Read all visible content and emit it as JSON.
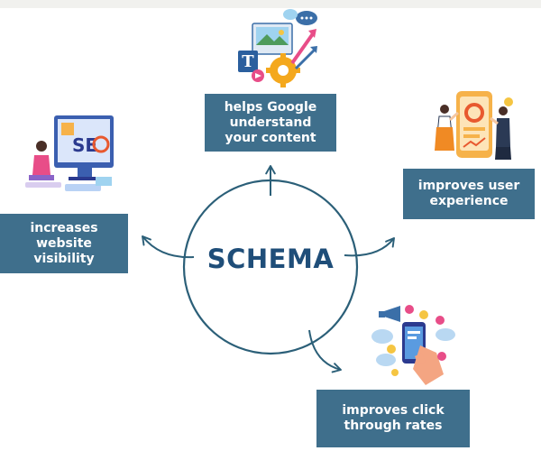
{
  "diagram": {
    "center": "SCHEMA",
    "benefits": {
      "top": "helps Google understand your content",
      "right": "improves user experience",
      "left": "increases website visibility",
      "bottom": "improves click through rates"
    }
  },
  "colors": {
    "title": "#1f4e79",
    "box_fill": "#3f6f8c",
    "box_text": "#ffffff",
    "circle_stroke": "#2b5f78"
  },
  "icons": {
    "top": "content-marketing-illustration",
    "right": "user-experience-illustration",
    "left": "seo-monitor-illustration",
    "bottom": "phone-engagement-illustration"
  }
}
